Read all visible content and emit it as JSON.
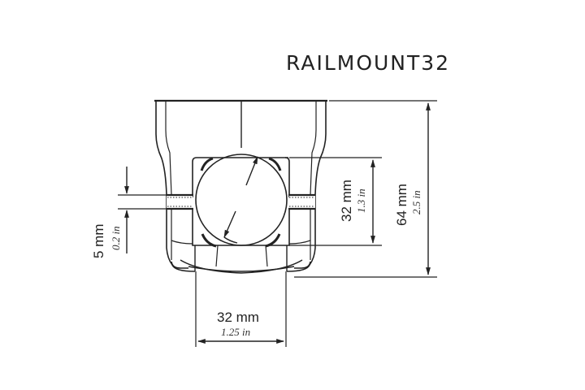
{
  "title": "RAILMOUNT32",
  "colors": {
    "line": "#222222",
    "background": "#ffffff"
  },
  "dimensions": {
    "bar_diameter": {
      "mm": "32 mm",
      "inch": "1.3 in",
      "orientation": "vertical"
    },
    "overall_height": {
      "mm": "64 mm",
      "inch": "2.5 in",
      "orientation": "vertical"
    },
    "gap": {
      "mm": "5 mm",
      "inch": "0.2 in",
      "orientation": "vertical"
    },
    "bar_width": {
      "mm": "32 mm",
      "inch": "1.25 in",
      "orientation": "horizontal"
    }
  }
}
